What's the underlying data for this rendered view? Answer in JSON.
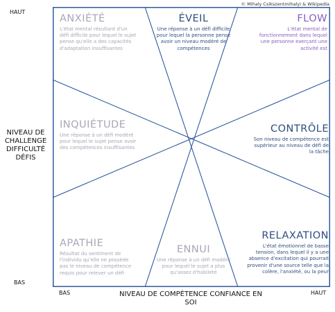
{
  "credit": "© Mihaly Csikszentmihalyi & Wikipedia",
  "axes": {
    "y_high": "HAUT",
    "y_low": "BAS",
    "x_low": "BAS",
    "x_high": "HAUT",
    "y_title": "NIVEAU DE CHALLENGE DIFFICULTÉ DÉFIS",
    "x_title": "NIVEAU DE COMPÉTENCE CONFIANCE EN SOI"
  },
  "zones": {
    "anxiete": {
      "title": "ANXIÉTÉ",
      "desc": "L'état mental résultant d'un défi difficile pour lequel le sujet pense qu'elle a des capacités d'adaptation insuffisantes"
    },
    "eveil": {
      "title": "ÉVEIL",
      "desc": "Une réponse à un défi difficile pour lequel la personne pense avoir un niveau modéré de compétences"
    },
    "flow": {
      "title": "FLOW",
      "desc": "L'état mental de fonctionnement dans lequel une personne exerçant une activité est"
    },
    "inquietude": {
      "title": "INQUIÉTUDE",
      "desc": "Une réponse à un défi modéré pour lequel le sujet pense avoir des compétences insuffisantes"
    },
    "controle": {
      "title": "CONTRÔLE",
      "desc": "Son niveau de compétence est supérieur au niveau de défi de la tâche"
    },
    "apathie": {
      "title": "APATHIE",
      "desc": "Résultat du sentiment de l'individu qu'elle ne possède pas le niveau de compétence requis pour relever un défi"
    },
    "ennui": {
      "title": "ENNUI",
      "desc": "Une réponse à un défi modéré pour lequel le sujet a plus qu'assez d'habileté"
    },
    "relaxation": {
      "title": "RELAXATION",
      "desc": "L'état émotionnel de basse tension, dans lequel il y a une absence d'excitation qui pourrait provenir d'une source telle que la colère, l'anxiété, ou la peur"
    }
  },
  "colors": {
    "frame": "#2f5a9e",
    "accent": "#2f4d7e",
    "flow": "#8a5ec1",
    "muted": "#a7a7b7"
  }
}
